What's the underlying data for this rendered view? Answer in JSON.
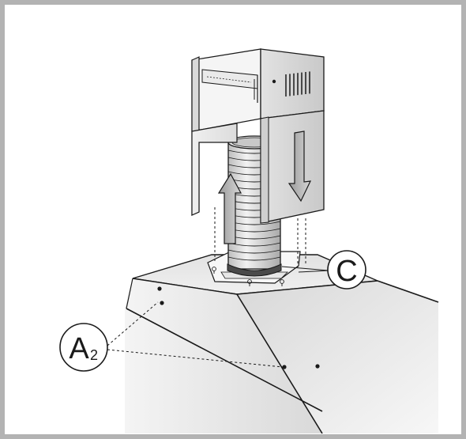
{
  "figure": {
    "frame_color": "#b3b3b3",
    "line_color": "#1a1a1a",
    "callouts": {
      "c": {
        "label": "C"
      },
      "a2": {
        "label": "A",
        "subscript": "2"
      }
    }
  }
}
